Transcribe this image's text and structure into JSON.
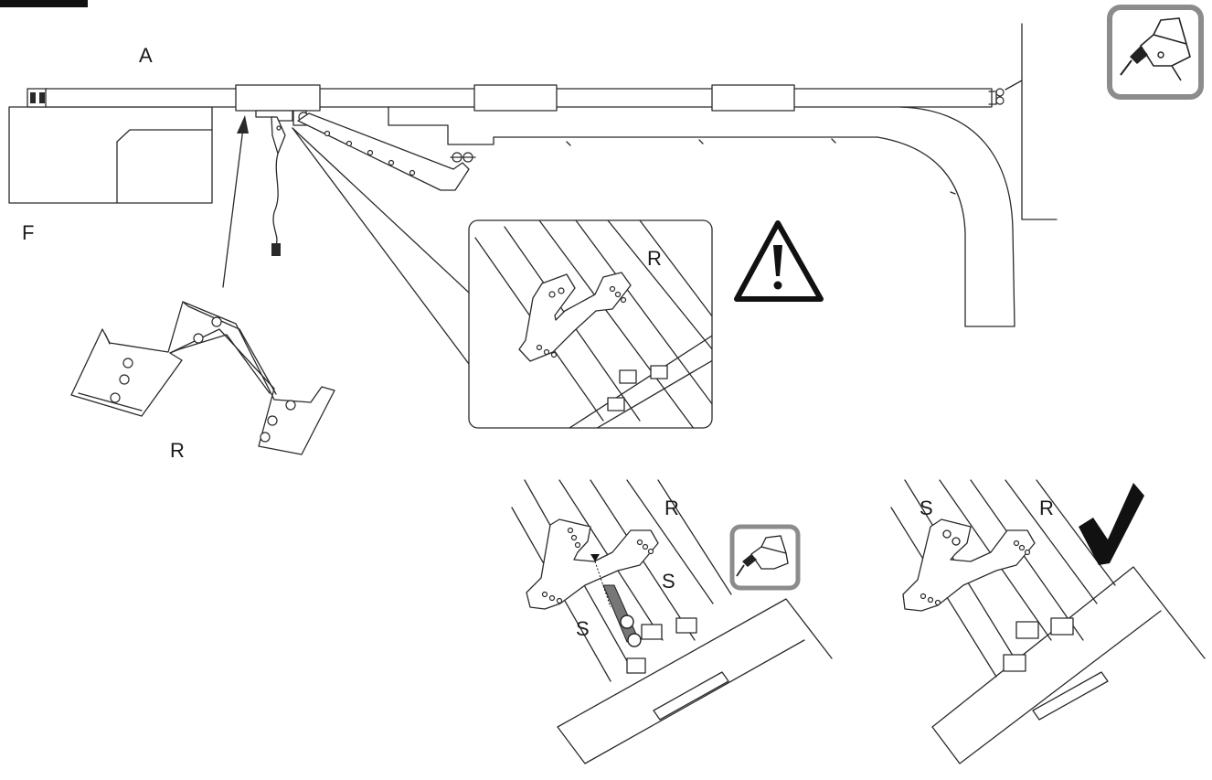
{
  "labels": {
    "opener_rail": "A",
    "motor_unit": "F",
    "bracket_main": "R",
    "bracket_zoom": "R",
    "bracket_step_install": "R",
    "screw_step_left": "S",
    "screw_step_right": "S",
    "bracket_step_done": "R",
    "screw_step_done": "S"
  },
  "icons": {
    "top_tool": "power-drill-icon",
    "step_tool": "power-drill-icon",
    "warning": "warning-triangle-icon",
    "done": "checkmark-icon"
  },
  "colors": {
    "line": "#2a2a2a",
    "icon_frame": "#8c8c8c",
    "checkmark": "#111111"
  }
}
